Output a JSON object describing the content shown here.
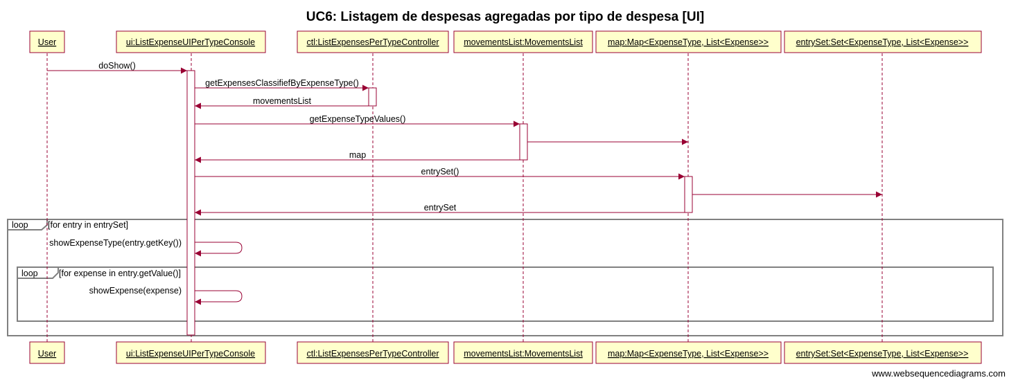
{
  "title": "UC6: Listagem de despesas agregadas por tipo de despesa [UI]",
  "watermark": "www.websequencediagrams.com",
  "colors": {
    "participant_fill": "#ffffcc",
    "participant_border": "#990033",
    "message_line": "#990033",
    "activation_fill": "#ffffff",
    "fragment_border": "#808080"
  },
  "participants": [
    {
      "id": "user",
      "label": "User"
    },
    {
      "id": "ui",
      "label": "ui:ListExpenseUIPerTypeConsole"
    },
    {
      "id": "ctl",
      "label": "ctl:ListExpensesPerTypeController"
    },
    {
      "id": "movs",
      "label": "movementsList:MovementsList "
    },
    {
      "id": "map",
      "label": "map:Map<ExpenseType, List<Expense>> "
    },
    {
      "id": "es",
      "label": "entrySet:Set<ExpenseType, List<Expense>> "
    }
  ],
  "messages": [
    {
      "from": "user",
      "to": "ui",
      "label": "doShow()",
      "style": "sync"
    },
    {
      "from": "ui",
      "to": "ctl",
      "label": "getExpensesClassifiefByExpenseType()",
      "style": "sync"
    },
    {
      "from": "ctl",
      "to": "ui",
      "label": "movementsList",
      "style": "return"
    },
    {
      "from": "ui",
      "to": "movs",
      "label": "getExpenseTypeValues()",
      "style": "sync"
    },
    {
      "from": "movs",
      "to": "map",
      "label": "",
      "style": "sync"
    },
    {
      "from": "movs",
      "to": "ui",
      "label": "map",
      "style": "return"
    },
    {
      "from": "ui",
      "to": "map",
      "label": "entrySet()",
      "style": "sync"
    },
    {
      "from": "map",
      "to": "es",
      "label": "",
      "style": "sync"
    },
    {
      "from": "map",
      "to": "ui",
      "label": "entrySet",
      "style": "return"
    },
    {
      "from": "ui",
      "to": "ui",
      "label": "showExpenseType(entry.getKey())",
      "style": "self"
    },
    {
      "from": "ui",
      "to": "ui",
      "label": "showExpense(expense)",
      "style": "self"
    }
  ],
  "fragments": [
    {
      "kind": "loop",
      "guard": "[for entry in entrySet]"
    },
    {
      "kind": "loop",
      "guard": "[for expense in entry.getValue()]"
    }
  ]
}
